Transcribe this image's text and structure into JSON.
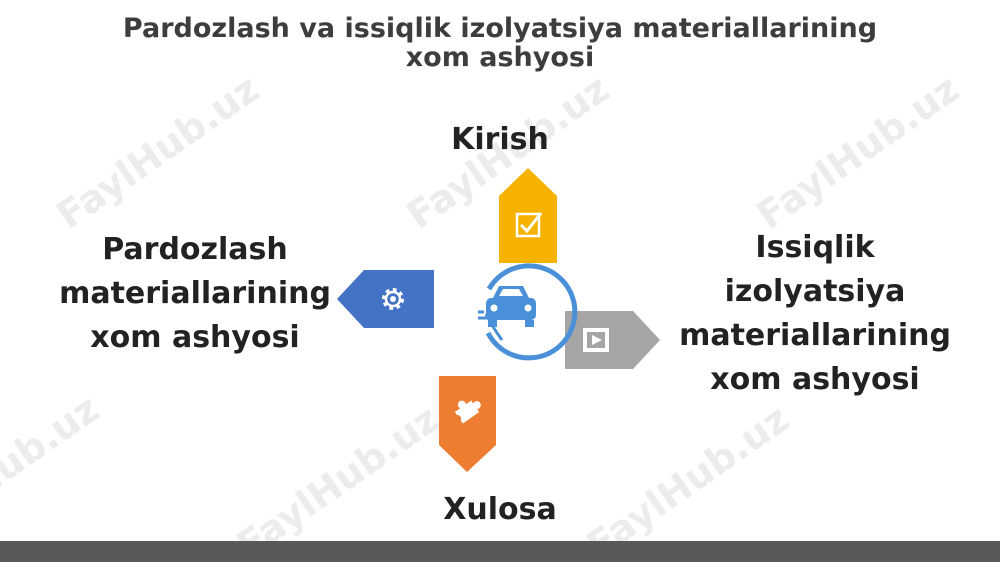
{
  "title_line1": "Pardozlash va issiqlik izolyatsiya materiallarining",
  "title_line2": "xom ashyosi",
  "labels": {
    "top": "Kirish",
    "left": [
      "Pardozlash",
      "materiallarining",
      "xom ashyosi"
    ],
    "right": [
      "Issiqlik",
      "izolyatsiya",
      "materiallarining",
      "xom ashyosi"
    ],
    "bottom": "Xulosa"
  },
  "arrows": {
    "top": {
      "color": "#f5b300",
      "icon": "checkbox-icon"
    },
    "left": {
      "color": "#4472c4",
      "icon": "gear-icon"
    },
    "right": {
      "color": "#a5a5a5",
      "icon": "video-icon"
    },
    "bottom": {
      "color": "#ed7d31",
      "icon": "puzzle-icon"
    }
  },
  "center": {
    "icon": "electric-car-icon",
    "color": "#4a90d9"
  },
  "watermark": "FaylHub.uz"
}
